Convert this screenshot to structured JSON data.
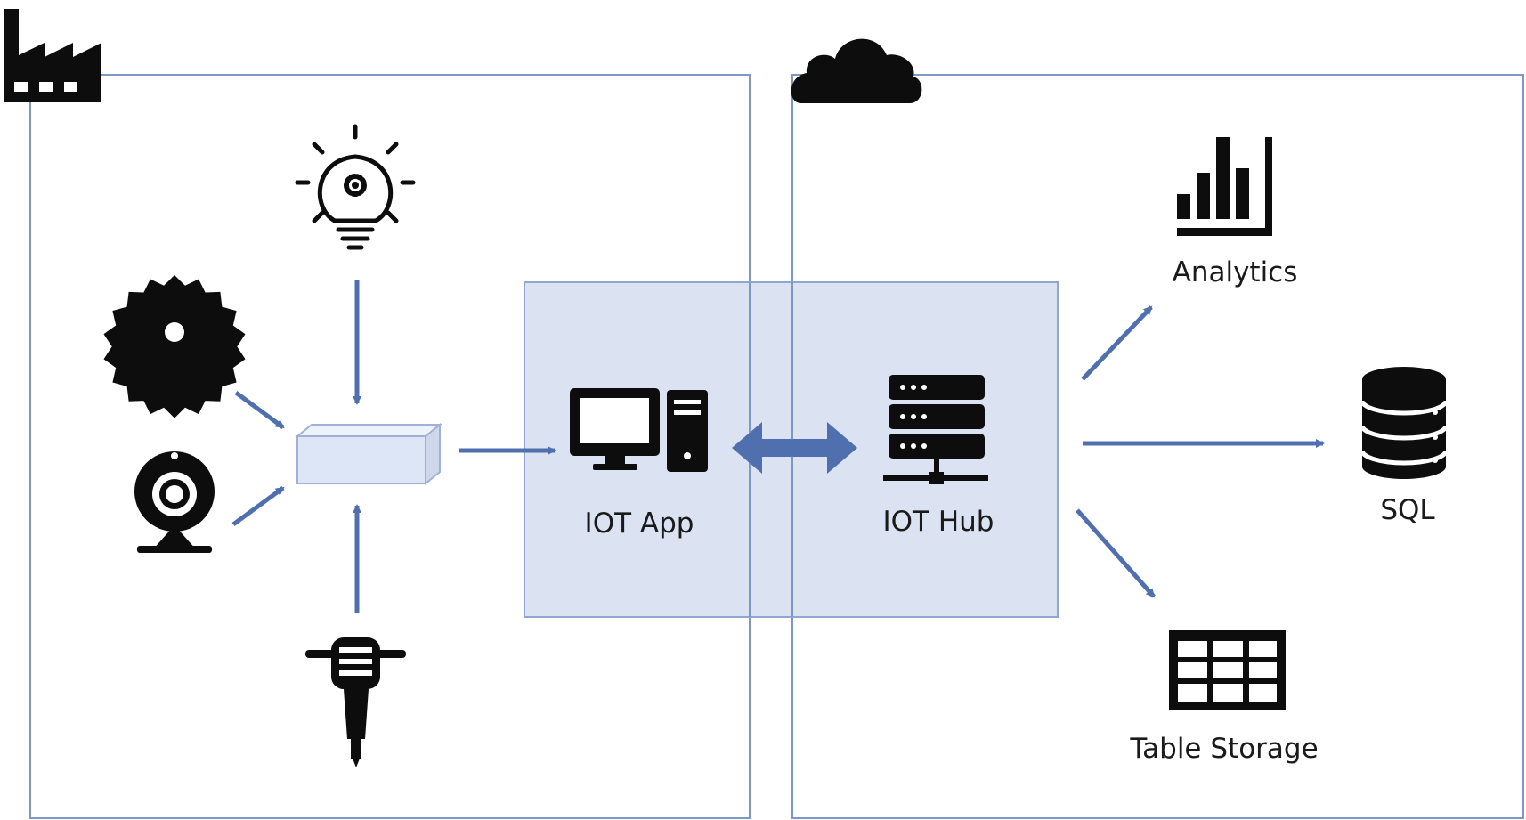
{
  "colors": {
    "frame_stroke": "#7f97c4",
    "shared_zone_fill": "#dbe3f2",
    "shared_zone_stroke": "#8ea6d0",
    "arrow": "#4f6faf",
    "icon": "#0d0d0d",
    "gateway_fill": "#dde6f6",
    "gateway_stroke": "#9fb2d6"
  },
  "zones": {
    "factory": {
      "icon": "factory-icon"
    },
    "cloud": {
      "icon": "cloud-icon"
    },
    "shared": {
      "description_icon": "none"
    }
  },
  "devices": [
    {
      "name": "lightbulb-gear-icon"
    },
    {
      "name": "saw-blade-icon"
    },
    {
      "name": "webcam-icon"
    },
    {
      "name": "jackhammer-icon"
    }
  ],
  "gateway": {
    "icon": "gateway-box-icon"
  },
  "nodes": {
    "iot_app": {
      "label": "IOT App",
      "icon": "computer-icon"
    },
    "iot_hub": {
      "label": "IOT Hub",
      "icon": "server-icon"
    },
    "analytics": {
      "label": "Analytics",
      "icon": "bar-chart-icon"
    },
    "sql": {
      "label": "SQL",
      "icon": "database-icon"
    },
    "table_storage": {
      "label": "Table Storage",
      "icon": "table-icon"
    }
  }
}
